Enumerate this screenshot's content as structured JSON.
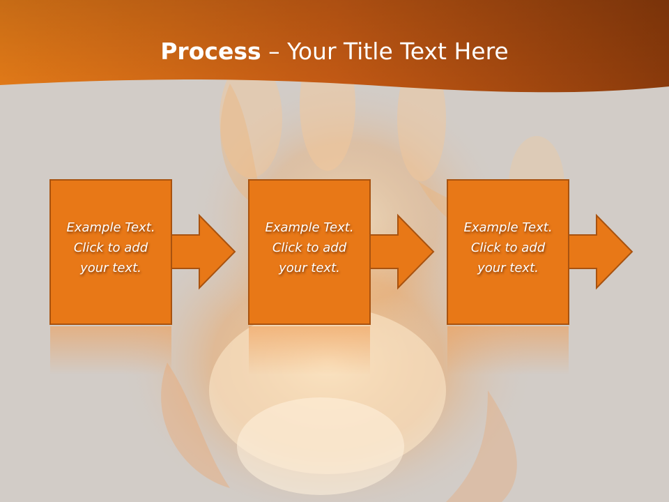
{
  "slide": {
    "title_bold": "Process",
    "title_rest": " – Your Title Text Here"
  },
  "steps": [
    {
      "line1": "Example Text.",
      "line2": "Click  to add",
      "line3": "your text."
    },
    {
      "line1": "Example Text.",
      "line2": "Click  to add",
      "line3": "your text."
    },
    {
      "line1": "Example Text.",
      "line2": "Click  to add",
      "line3": "your text."
    }
  ],
  "colors": {
    "accent": "#e87817",
    "header_dark": "#b2470f",
    "box_border": "#a8520f",
    "background": "#d2ccc7"
  },
  "icons": [
    "arrow-right-icon"
  ]
}
